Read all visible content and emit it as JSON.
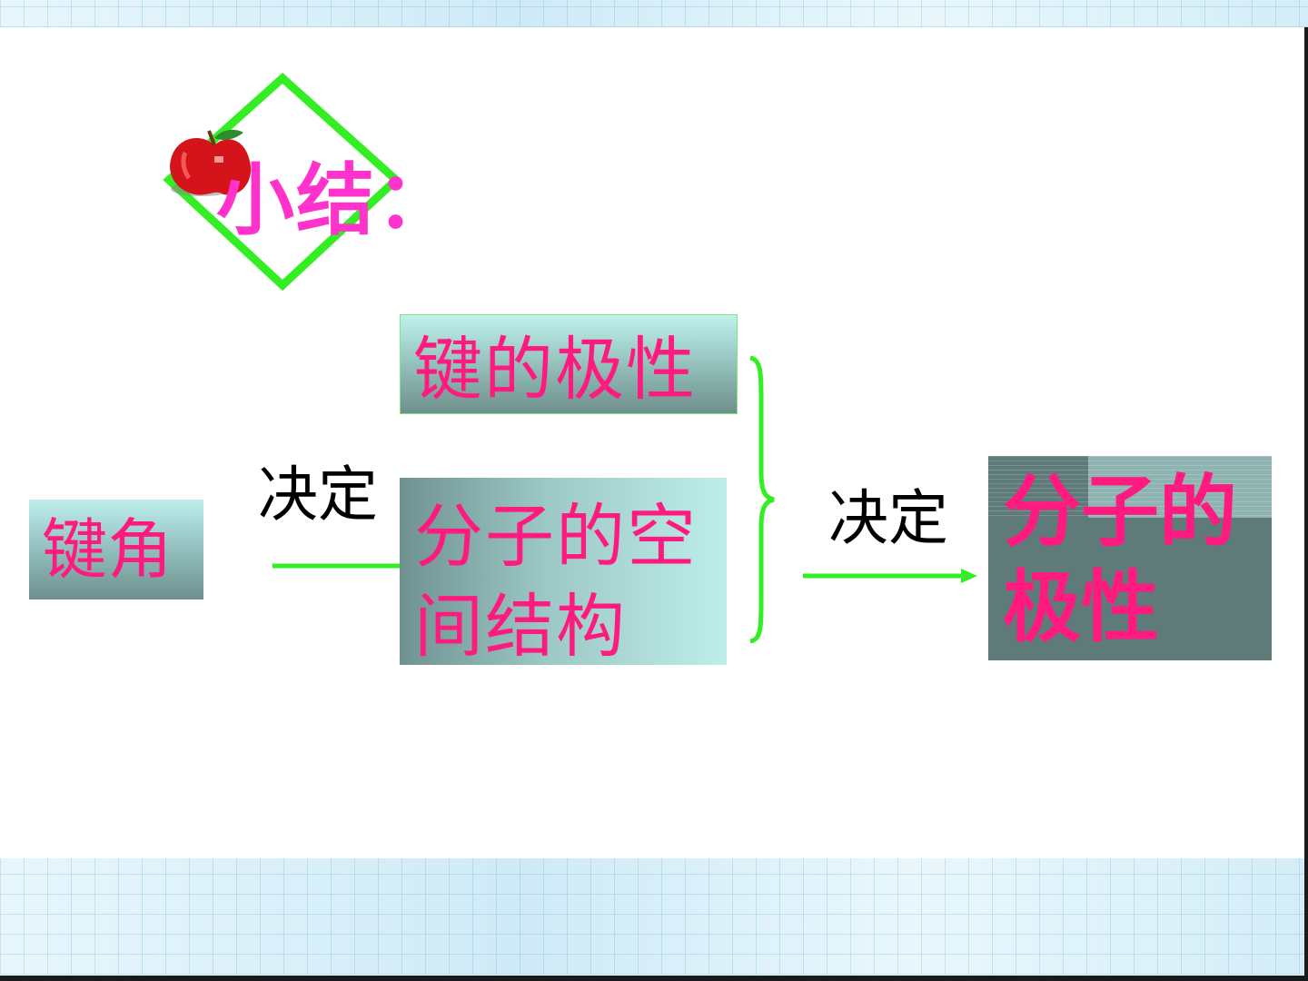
{
  "title": "小结：",
  "nodes": {
    "bond_angle": "键角",
    "bond_polarity": "键的极性",
    "molecular_structure_line1": "分子的空",
    "molecular_structure_line2": "间结构",
    "molecular_polarity_line1": "分子的",
    "molecular_polarity_line2": "极性"
  },
  "edges": {
    "determines_1": "决定",
    "determines_2": "决定"
  },
  "colors": {
    "title_text": "#ff33cc",
    "node_text": "#ff1a80",
    "arrow": "#33ee22",
    "bracket": "#33ee22"
  },
  "icons": [
    "apple-icon",
    "green-diamond-icon"
  ]
}
